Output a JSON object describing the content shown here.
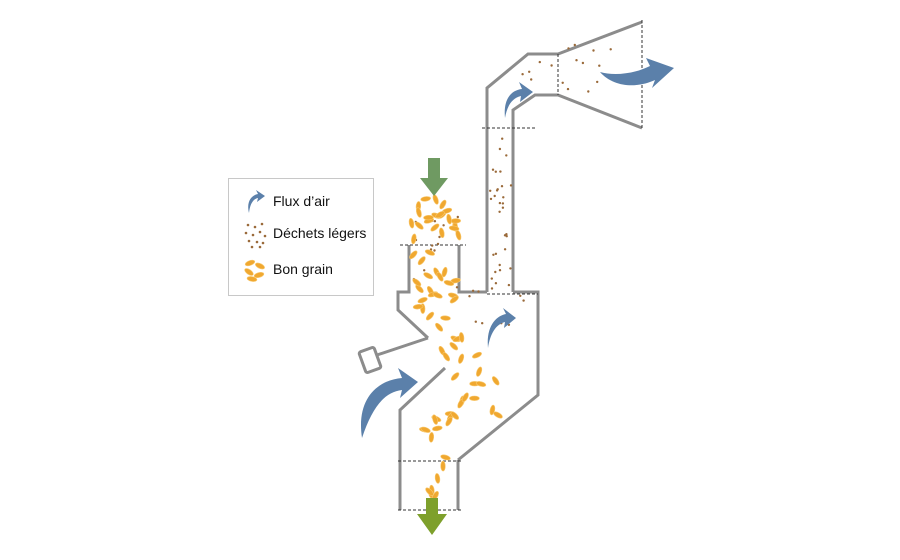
{
  "legend": {
    "items": [
      {
        "key": "air",
        "label": "Flux d’air",
        "icon": "curved-arrow"
      },
      {
        "key": "debris",
        "label": "Déchets légers",
        "icon": "dots"
      },
      {
        "key": "grain",
        "label": "Bon grain",
        "icon": "grain-kernels"
      }
    ]
  },
  "colors": {
    "pipe": "#8c8c8c",
    "air_arrow": "#5b80aa",
    "debris": "#9a6a3a",
    "grain": "#f0a830",
    "grain_light": "#f8c970",
    "inflow_arrow": "#6f9a62",
    "outflow_arrow": "#7ea02c"
  }
}
